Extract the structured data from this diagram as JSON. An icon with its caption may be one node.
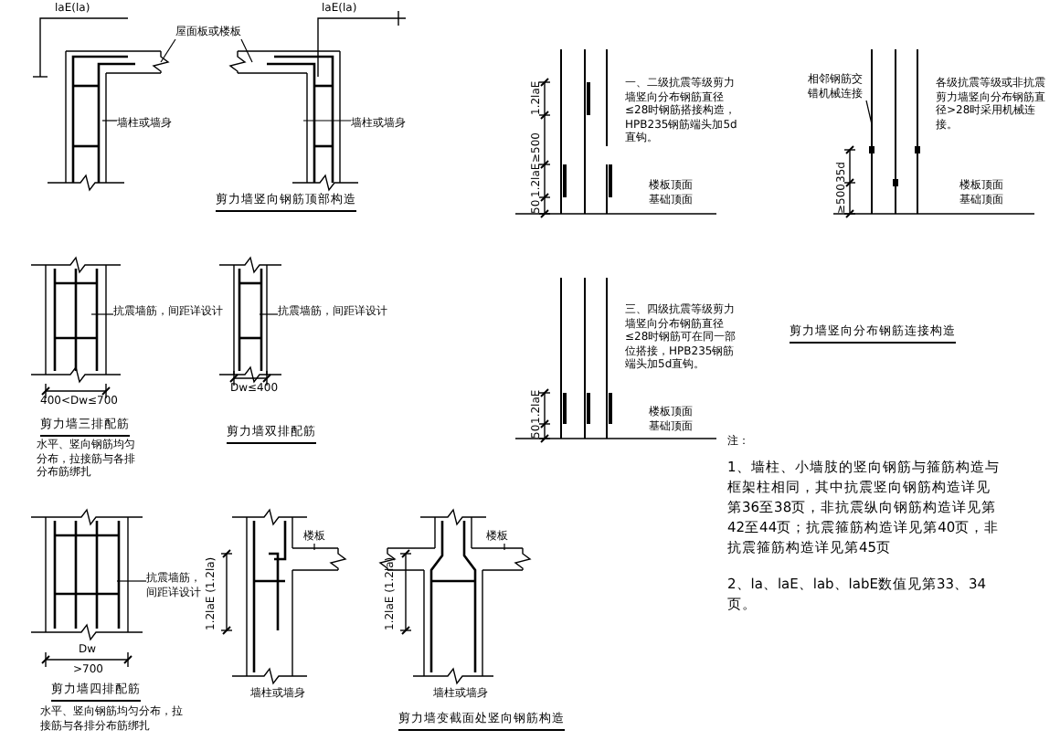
{
  "diagram": {
    "nodes": [
      {
        "text": [
          "屋面板或楼板"
        ]
      },
      {
        "text": [
          "墙柱或墙身"
        ]
      },
      {
        "text": [
          "墙柱或墙身"
        ]
      },
      {
        "text": [
          "抗震墙筋，间距详设计"
        ]
      },
      {
        "text": [
          "抗震墙筋，间距详设计"
        ]
      },
      {
        "text": [
          "抗震墙筋，间距详设计"
        ]
      },
      {
        "text": [
          "楼板"
        ]
      },
      {
        "text": [
          "楼板"
        ]
      },
      {
        "text": [
          "相邻钢筋交错机械连接"
        ]
      }
    ],
    "edges": [
      {
        "from": 0,
        "to": null,
        "arrow": "none"
      },
      {
        "from": 0,
        "to": null,
        "arrow": "none"
      },
      {
        "from": 1,
        "to": null,
        "arrow": "none"
      },
      {
        "from": 2,
        "to": null,
        "arrow": "none"
      },
      {
        "from": 3,
        "to": null,
        "arrow": "none"
      },
      {
        "from": 4,
        "to": null,
        "arrow": "none"
      },
      {
        "from": 5,
        "to": null,
        "arrow": "none"
      },
      {
        "from": 6,
        "to": null,
        "arrow": "none"
      },
      {
        "from": 7,
        "to": null,
        "arrow": "none"
      },
      {
        "from": 8,
        "to": null,
        "arrow": "none"
      }
    ],
    "labels": [
      "laE(la)",
      "laE(la)",
      "剪力墙竖向钢筋顶部构造",
      "400<Dw≤700",
      "剪力墙三排配筋",
      "水平、竖向钢筋均匀分布，拉接筋与各排分布筋绑扎",
      "Dw≤400",
      "剪力墙双排配筋",
      "Dw",
      ">700",
      "剪力墙四排配筋",
      "水平、竖向钢筋均匀分布，拉接筋与各排分布筋绑扎",
      "1.2laE (1.2la)",
      "墙柱或墙身",
      "1.2laE (1.2la)",
      "墙柱或墙身",
      "剪力墙变截面处竖向钢筋构造",
      "一、二级抗震等级剪力墙竖向分布钢筋直径≤28时钢筋搭接构造，HPB235钢筋端头加5d直钩。",
      "楼板顶面基础顶面",
      "1.2laE",
      "≥500",
      "1.2laE",
      "50",
      "各级抗震等级或非抗震剪力墙竖向分布钢筋直径>28时采用机械连接。",
      "35d",
      "≥500",
      "楼板顶面基础顶面",
      "三、四级抗震等级剪力墙竖向分布钢筋直径≤28时钢筋可在同一部位搭接，HPB235钢筋端头加5d直钩。",
      "1.2laE",
      "50",
      "楼板顶面基础顶面",
      "剪力墙竖向分布钢筋连接构造",
      "注：",
      "1、墙柱、小墙肢的竖向钢筋与箍筋构造与框架柱相同，其中抗震竖向钢筋构造详见第36至38页，非抗震纵向钢筋构造详见第42至44页；抗震箍筋构造详见第40页，非抗震箍筋构造详见第45页",
      "2、la、laE、lab、labE数值见第33、34页。"
    ]
  }
}
